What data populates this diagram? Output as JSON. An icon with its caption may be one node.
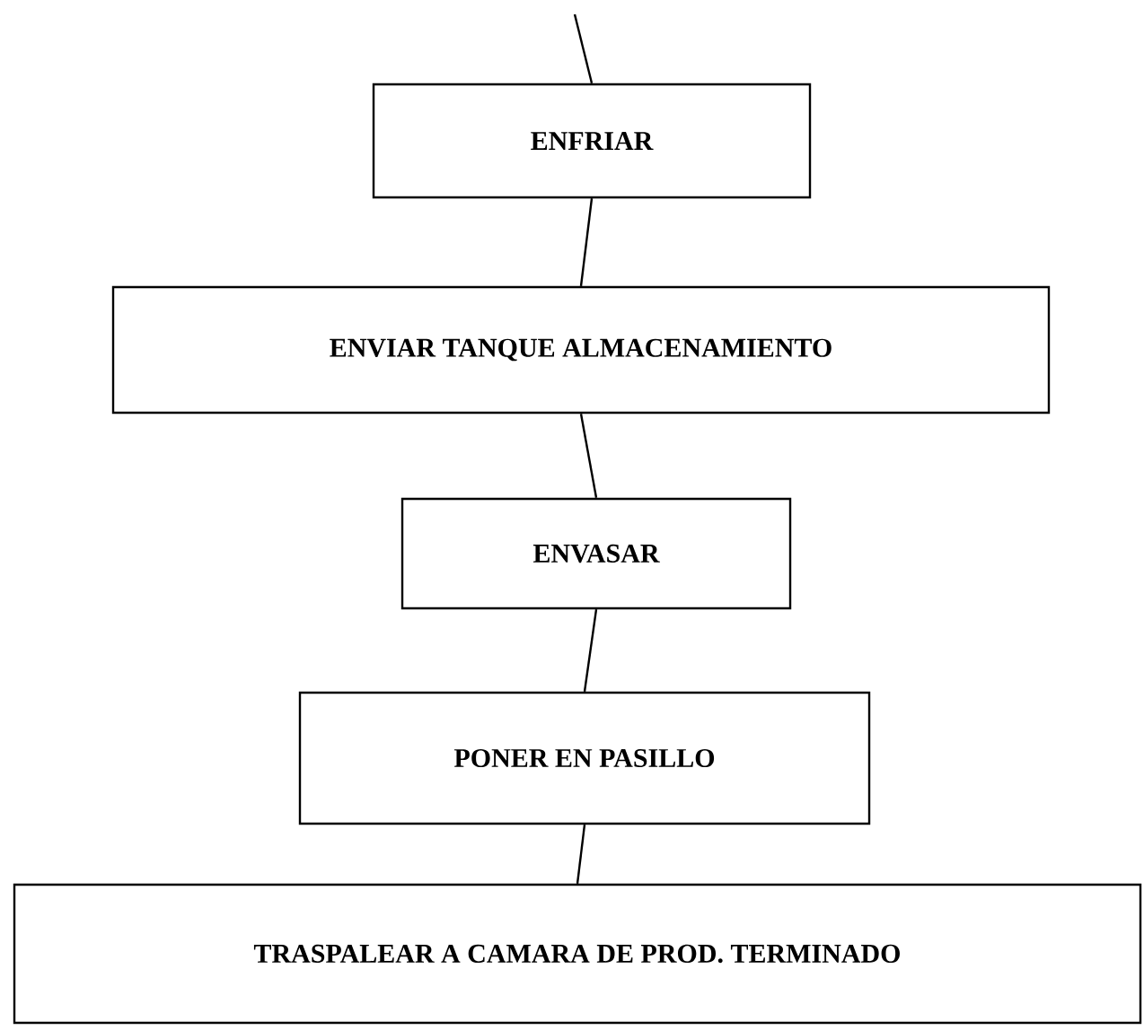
{
  "diagram": {
    "nodes": [
      {
        "text": [
          "ENFRIAR"
        ]
      },
      {
        "text": [
          "ENVIAR TANQUE ALMACENAMIENTO"
        ]
      },
      {
        "text": [
          "ENVASAR"
        ]
      },
      {
        "text": [
          "PONER EN PASILLO"
        ]
      },
      {
        "text": [
          "TRASPALEAR A CAMARA DE PROD. TERMINADO"
        ]
      }
    ],
    "edges": [
      {
        "from": null,
        "to": 0,
        "arrow": "none"
      },
      {
        "from": 0,
        "to": 1,
        "arrow": "none"
      },
      {
        "from": 1,
        "to": 2,
        "arrow": "none"
      },
      {
        "from": 2,
        "to": 3,
        "arrow": "none"
      },
      {
        "from": 3,
        "to": 4,
        "arrow": "none"
      }
    ]
  }
}
